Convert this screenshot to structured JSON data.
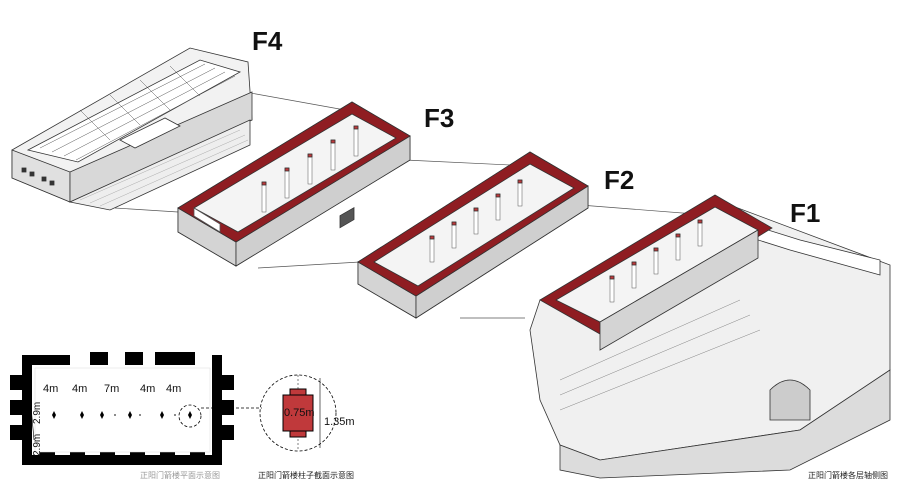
{
  "floors": {
    "f4": "F4",
    "f3": "F3",
    "f2": "F2",
    "f1": "F1"
  },
  "plan": {
    "bay_widths": [
      "4m",
      "4m",
      "7m",
      "4m",
      "4m"
    ],
    "depth_a": "2.9m",
    "depth_b": "2.9m",
    "caption": "正阳门箭楼平面示意图"
  },
  "column_section": {
    "diameter": "0.75m",
    "outer": "1.35m",
    "caption": "正阳门箭楼柱子截面示意图"
  },
  "axonometric_caption": "正阳门箭楼各层轴侧图",
  "colors": {
    "wall_red": "#8f1d22",
    "roof_gray": "#e8e8e8",
    "line": "#333333",
    "column_red": "#c0393b"
  }
}
